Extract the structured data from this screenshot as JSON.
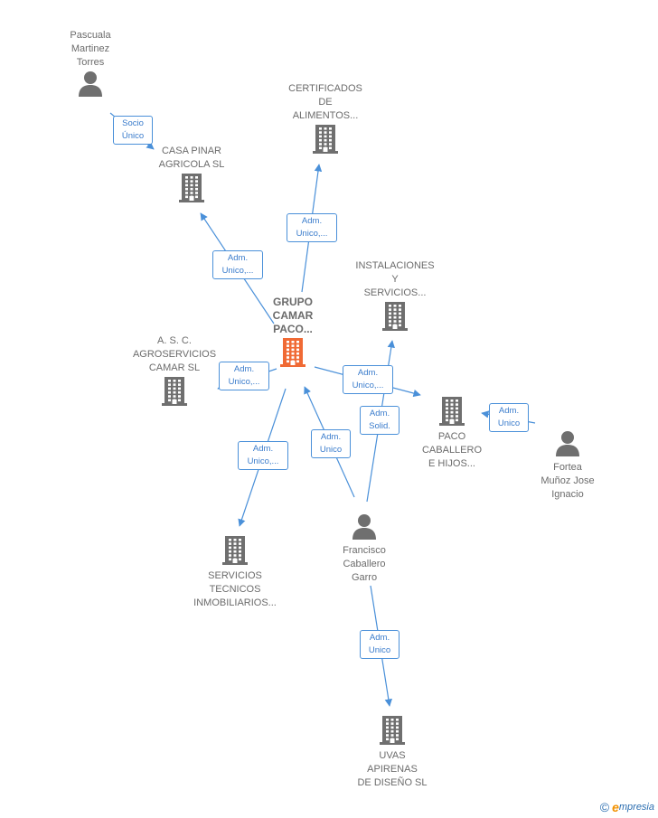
{
  "colors": {
    "edge": "#4a90d9",
    "icon": "#6f6f6f",
    "main_icon": "#f06a35",
    "label": "#6b6b6b"
  },
  "nodes": [
    {
      "id": "pascuala",
      "type": "person",
      "label": "Pascuala\nMartinez\nTorres"
    },
    {
      "id": "casa_pinar",
      "type": "company",
      "label": "CASA PINAR\nAGRICOLA  SL"
    },
    {
      "id": "certificados",
      "type": "company",
      "label": "CERTIFICADOS\nDE\nALIMENTOS..."
    },
    {
      "id": "instalaciones",
      "type": "company",
      "label": "INSTALACIONES\nY\nSERVICIOS..."
    },
    {
      "id": "grupo_camar",
      "type": "company_main",
      "label": "GRUPO\nCAMAR\nPACO..."
    },
    {
      "id": "asc",
      "type": "company",
      "label": "A. S. C.\nAGROSERVICIOS\nCAMAR  SL"
    },
    {
      "id": "paco_caballero",
      "type": "company",
      "label": "PACO\nCABALLERO\nE HIJOS..."
    },
    {
      "id": "fortea",
      "type": "person",
      "label": "Fortea\nMuñoz Jose\nIgnacio"
    },
    {
      "id": "francisco",
      "type": "person",
      "label": "Francisco\nCaballero\nGarro"
    },
    {
      "id": "servicios_tecnicos",
      "type": "company",
      "label": "SERVICIOS\nTECNICOS\nINMOBILIARIOS..."
    },
    {
      "id": "uvas",
      "type": "company",
      "label": "UVAS\nAPIRENAS\nDE DISEÑO  SL"
    }
  ],
  "edges": [
    {
      "from": "pascuala",
      "to": "casa_pinar",
      "label": "Socio\nÚnico"
    },
    {
      "from": "grupo_camar",
      "to": "casa_pinar",
      "label": "Adm.\nUnico,..."
    },
    {
      "from": "grupo_camar",
      "to": "certificados",
      "label": "Adm.\nUnico,..."
    },
    {
      "from": "grupo_camar",
      "to": "asc",
      "label": "Adm.\nUnico,..."
    },
    {
      "from": "grupo_camar",
      "to": "paco_caballero",
      "label": "Adm.\nUnico,..."
    },
    {
      "from": "grupo_camar",
      "to": "servicios_tecnicos",
      "label": "Adm.\nUnico,..."
    },
    {
      "from": "francisco",
      "to": "grupo_camar",
      "label": "Adm.\nUnico"
    },
    {
      "from": "francisco",
      "to": "instalaciones",
      "label": "Adm.\nSolid."
    },
    {
      "from": "fortea",
      "to": "paco_caballero",
      "label": "Adm.\nUnico"
    },
    {
      "from": "francisco",
      "to": "uvas",
      "label": "Adm.\nUnico"
    }
  ],
  "watermark": {
    "symbol": "©",
    "brand_initial": "e",
    "brand_rest": "mpresia"
  }
}
